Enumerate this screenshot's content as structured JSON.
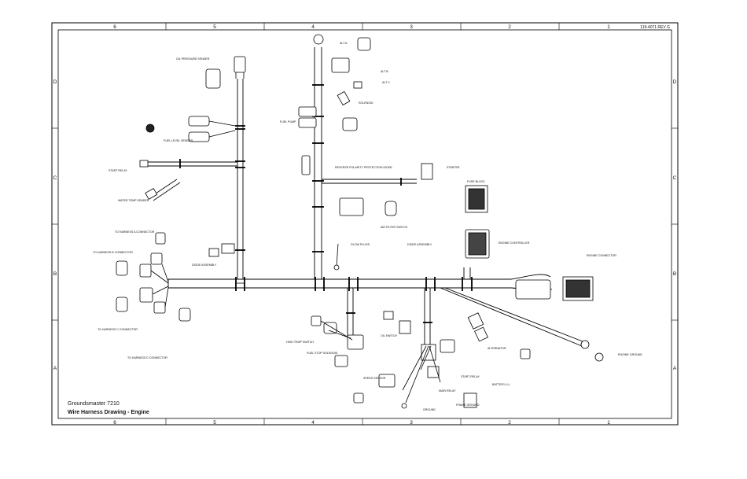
{
  "title_block": {
    "product": "Groundsmaster 7210",
    "drawing": "Wire Harness Drawing - Engine",
    "doc_number": "119-4071 REV G"
  },
  "grid": {
    "columns": [
      "6",
      "5",
      "4",
      "3",
      "2",
      "1"
    ],
    "rows": [
      "D",
      "C",
      "B",
      "A"
    ]
  },
  "labels": {
    "oil_pressure": "OIL PRESSURE SENDER",
    "alt_a": "ALT A",
    "alt_b": "ALT B",
    "alt_c": "ALT C",
    "solenoid_a": "SOLENOID",
    "fuel_pump": "FUEL PUMP",
    "fuel_level": "FUEL LEVEL SENDER",
    "starter": "STARTER",
    "reverse_fuse": "REVERSE POLARITY PROTECTION DIODE",
    "start_relay": "START RELAY",
    "fuse_block": "FUSE BLOCK",
    "water_temp": "WATER TEMP SENDER",
    "air_filter": "AIR FILTER SWITCH",
    "glow_plugs": "GLOW PLUGS",
    "engine_controller": "ENGINE CONTROLLER",
    "diode_assy": "DIODE ASSEMBLY",
    "engine_connector": "ENGINE CONNECTOR",
    "tie_harness_a": "TO HARNESS A CONNECTOR",
    "tie_harness_b": "TO HARNESS B CONNECTOR",
    "tie_harness_c": "TO HARNESS C CONNECTOR",
    "tie_harness_d": "TO HARNESS D CONNECTOR",
    "high_temp": "HIGH TEMP SWITCH",
    "fuel_stop": "FUEL STOP SOLENOID",
    "alternator": "ALTERNATOR",
    "battery_plus": "BATTERY (+)",
    "frame_ground": "FRAME GROUND",
    "engine_ground": "ENGINE GROUND",
    "oil_switch": "OIL SWITCH",
    "speed_sensor": "SPEED SENSOR",
    "main_relay": "MAIN RELAY",
    "start_relay_b": "START RELAY",
    "ground_b": "GROUND"
  }
}
